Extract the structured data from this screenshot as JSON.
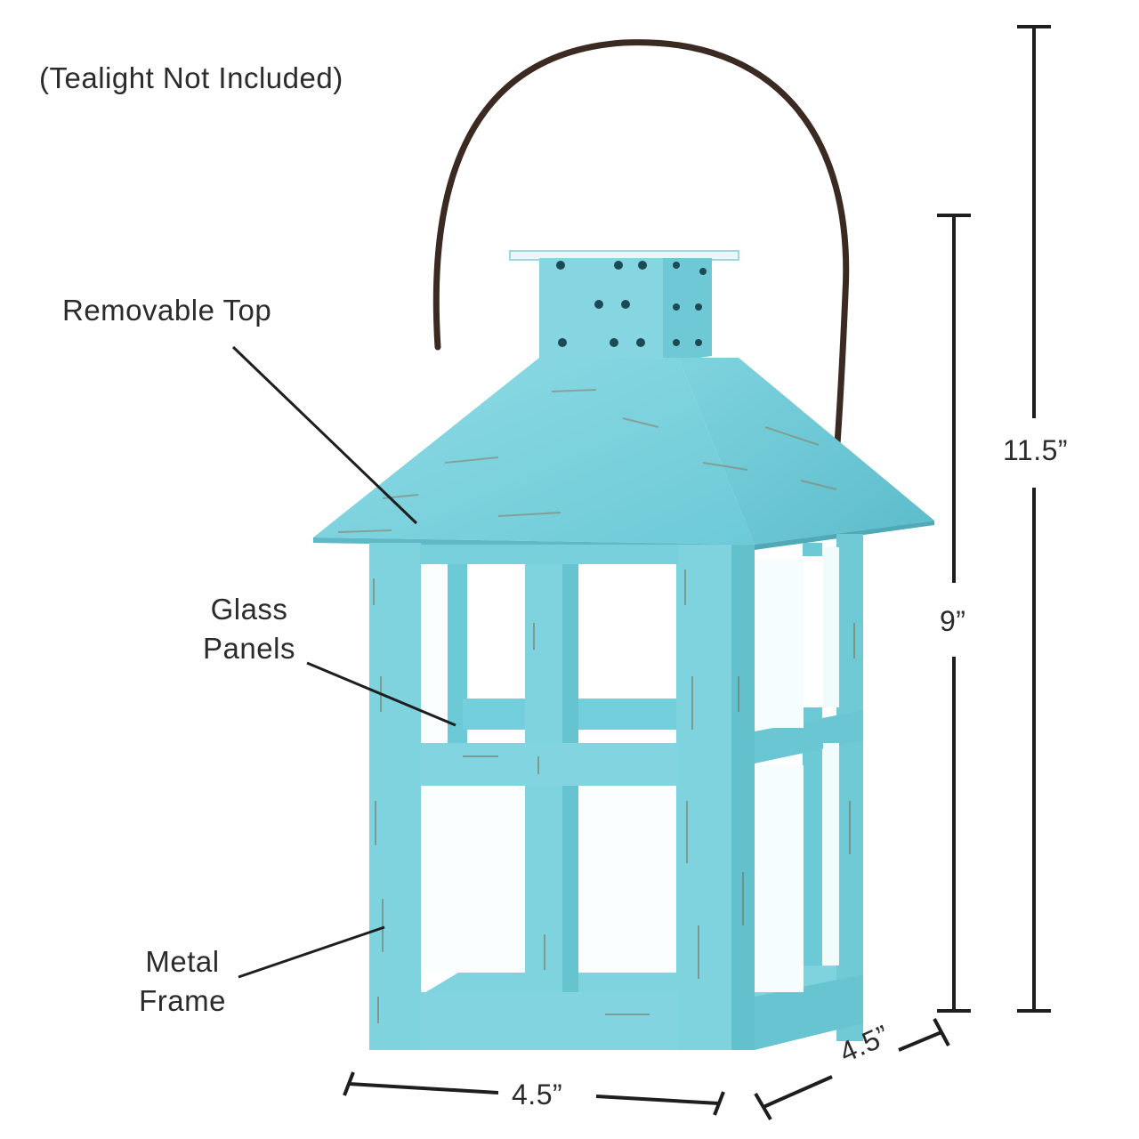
{
  "notice": "(Tealight Not Included)",
  "callouts": {
    "top": "Removable Top",
    "glass_line1": "Glass",
    "glass_line2": "Panels",
    "frame_line1": "Metal",
    "frame_line2": "Frame"
  },
  "dimensions": {
    "overall_height": "11.5”",
    "body_height": "9”",
    "width": "4.5”",
    "depth": "4.5”"
  },
  "colors": {
    "lantern": "#7fd3df",
    "lantern_shade": "#5fbfcd",
    "handle": "#3b2a22",
    "rust": "#7a6a55",
    "lines": "#1e1e1e"
  }
}
